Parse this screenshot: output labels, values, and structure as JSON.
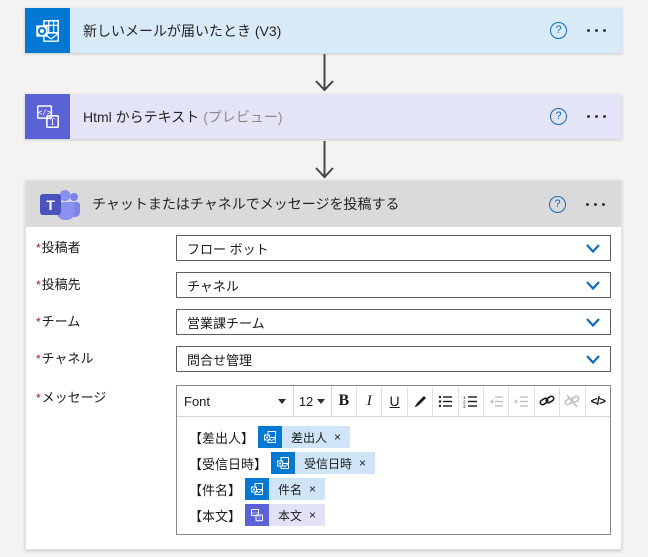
{
  "ui": {
    "required_marker": "*",
    "help_glyph": "?",
    "remove_glyph": "×"
  },
  "steps": [
    {
      "title": "新しいメールが届いたとき (V3)",
      "suffix": "",
      "connector": "Office 365 Outlook",
      "accent": "#0078d4",
      "bg": "#d8e9f7",
      "icon": "outlook-icon"
    },
    {
      "title": "Html からテキスト",
      "suffix": "(プレビュー)",
      "connector": "Content Conversion",
      "accent": "#5a62d6",
      "bg": "#e4e4f7",
      "icon": "html-to-text-icon"
    },
    {
      "title": "チャットまたはチャネルでメッセージを投稿する",
      "suffix": "",
      "connector": "Microsoft Teams",
      "accent": "#4b53bc",
      "header_bg": "#dadada",
      "icon": "teams-icon"
    }
  ],
  "form": {
    "fields": [
      {
        "label": "投稿者",
        "required": true,
        "value": "フロー ボット"
      },
      {
        "label": "投稿先",
        "required": true,
        "value": "チャネル"
      },
      {
        "label": "チーム",
        "required": true,
        "value": "営業課チーム"
      },
      {
        "label": "チャネル",
        "required": true,
        "value": "問合せ管理"
      }
    ],
    "message": {
      "label": "メッセージ",
      "required": true,
      "toolbar": {
        "font_label": "Font",
        "size_label": "12",
        "bold": "B",
        "italic": "I",
        "underline": "U",
        "code": "</>",
        "disabled_buttons": [
          "outdent",
          "indent",
          "unlink"
        ]
      },
      "lines": [
        {
          "prefix": "【差出人】",
          "token": "差出人",
          "source": "outlook"
        },
        {
          "prefix": "【受信日時】",
          "token": "受信日時",
          "source": "outlook"
        },
        {
          "prefix": "【件名】",
          "token": "件名",
          "source": "outlook"
        },
        {
          "prefix": "【本文】",
          "token": "本文",
          "source": "html-to-text"
        }
      ]
    }
  },
  "colors": {
    "outlook_accent": "#0078d4",
    "outlook_token_bg": "#cfe5f7",
    "html_accent": "#5a62d6",
    "html_token_bg": "#e2e2f6",
    "teams_accent": "#4b53bc",
    "chevron_blue": "#0f6cbd",
    "required_red": "#c50f1f",
    "arrow_gray": "#484644"
  }
}
